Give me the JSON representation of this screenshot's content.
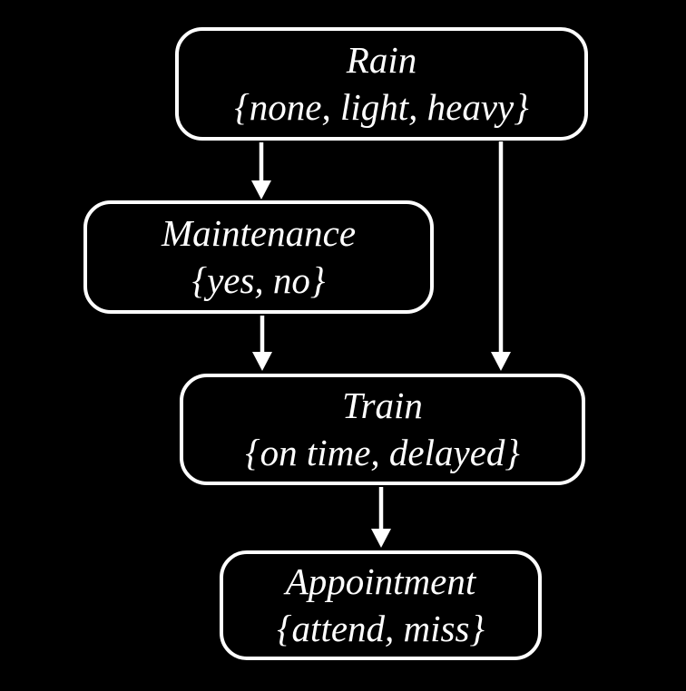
{
  "diagram": {
    "type": "bayesian-network",
    "colors": {
      "background": "#000000",
      "node_border": "#ffffff",
      "node_fill": "#000000",
      "text": "#ffffff",
      "arrow": "#ffffff"
    },
    "nodes": [
      {
        "id": "rain",
        "label": "Rain",
        "values": "{none, light, heavy}"
      },
      {
        "id": "maintenance",
        "label": "Maintenance",
        "values": "{yes, no}"
      },
      {
        "id": "train",
        "label": "Train",
        "values": "{on time, delayed}"
      },
      {
        "id": "appointment",
        "label": "Appointment",
        "values": "{attend, miss}"
      }
    ],
    "edges": [
      {
        "from": "rain",
        "to": "maintenance"
      },
      {
        "from": "rain",
        "to": "train"
      },
      {
        "from": "maintenance",
        "to": "train"
      },
      {
        "from": "train",
        "to": "appointment"
      }
    ]
  }
}
